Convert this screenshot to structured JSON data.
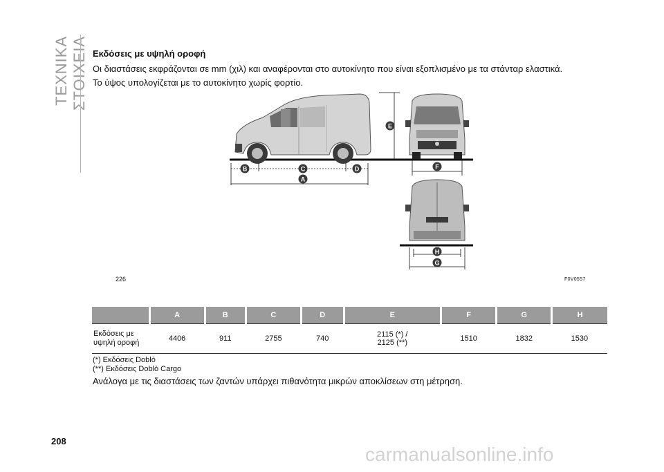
{
  "section_title": "ΤΕΧΝΙΚΑ ΣΤΟΙΧΕΙΑ",
  "page_number": "208",
  "heading": "Εκδόσεις με υψηλή οροφή",
  "intro_line1": "Οι διαστάσεις εκφράζονται σε mm (χιλ) και αναφέρονται στο αυτοκίνητο που είναι εξοπλισμένο με τα στάνταρ ελαστικά.",
  "intro_line2": "Το ύψος υπολογίζεται με το αυτοκίνητο χωρίς φορτίο.",
  "figure": {
    "number": "226",
    "code": "F0V0557",
    "labels": {
      "A": "A",
      "B": "B",
      "C": "C",
      "D": "D",
      "E": "E",
      "F": "F",
      "G": "G",
      "H": "H"
    }
  },
  "table": {
    "headers": [
      "",
      "A",
      "B",
      "C",
      "D",
      "E",
      "F",
      "G",
      "H"
    ],
    "row_label": "Εκδόσεις με υψηλή οροφή",
    "values": [
      "4406",
      "911",
      "2755",
      "740",
      "2115 (*) /",
      "2125 (**)",
      "1510",
      "1832",
      "1530"
    ]
  },
  "footnote1": "(*) Εκδόσεις Doblò",
  "footnote2": "(**) Εκδόσεις Doblò Cargo",
  "note": "Ανάλογα με τις διαστάσεις των ζαντών υπάρχει πιθανότητα μικρών αποκλίσεων στη μέτρηση.",
  "watermark": "carmanualsonline.info",
  "colors": {
    "label_fill": "#3a3a3a",
    "table_header": "#9b9b9b",
    "sidebar_text": "#9a9a9a"
  }
}
